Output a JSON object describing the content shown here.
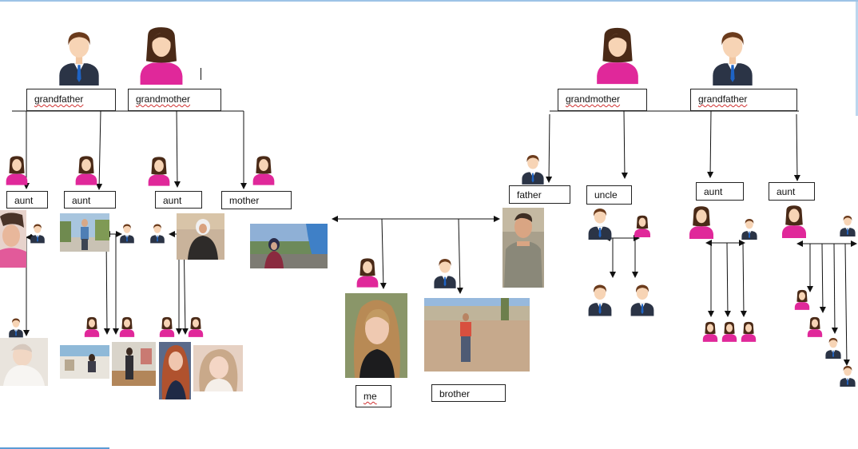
{
  "labels": {
    "l_grandfather": "grandfather",
    "l_grandmother": "grandmother",
    "r_grandmother": "grandmother",
    "r_grandfather": "grandfather",
    "aunt1": "aunt",
    "aunt2": "aunt",
    "aunt3": "aunt",
    "mother": "mother",
    "father": "father",
    "uncle": "uncle",
    "aunt4": "aunt",
    "aunt5": "aunt",
    "me": "me",
    "brother": "brother"
  },
  "icons": {
    "male": "male-person-icon",
    "female": "female-person-icon"
  },
  "colors": {
    "male_suit": "#2b3446",
    "male_tie": "#1e63c4",
    "female_top": "#e0289a",
    "hair": "#4a2a17",
    "skin": "#f7d4b5"
  }
}
